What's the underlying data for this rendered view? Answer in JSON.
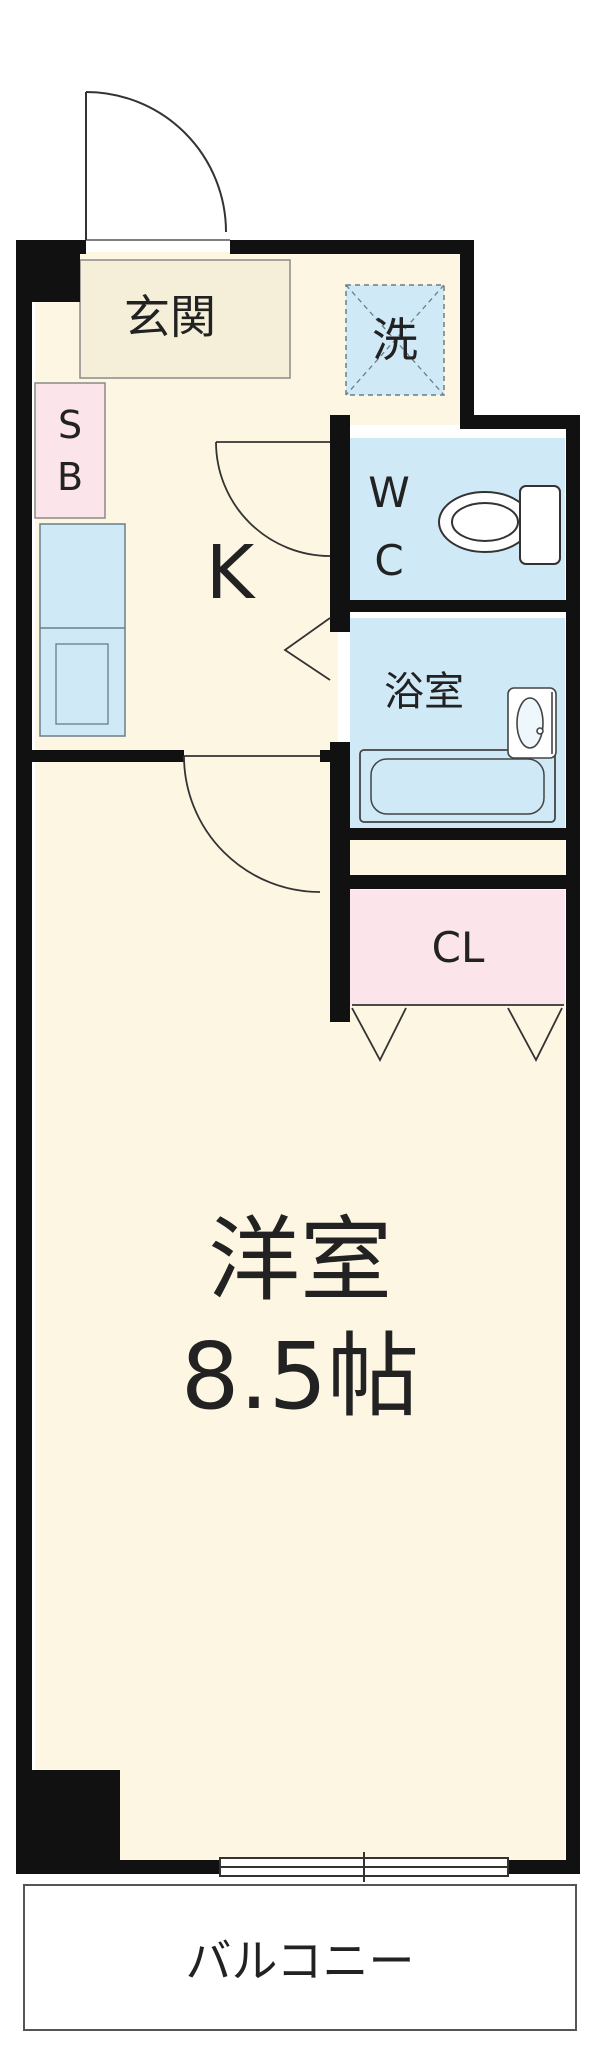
{
  "rooms": {
    "genkan": "玄関",
    "sentaku": "洗",
    "sb_top": "S",
    "sb_bottom": "B",
    "kitchen": "K",
    "wc_top": "W",
    "wc_bottom": "C",
    "bath": "浴室",
    "closet": "CL",
    "western_name": "洋室",
    "western_size": "8.5帖",
    "balcony": "バルコニー"
  },
  "colors": {
    "floor_main": "#fdf6e3",
    "entrance": "#f5efd9",
    "wet_area": "#cfeaf6",
    "storage_pink": "#fbe4ea",
    "wall": "#111111"
  }
}
